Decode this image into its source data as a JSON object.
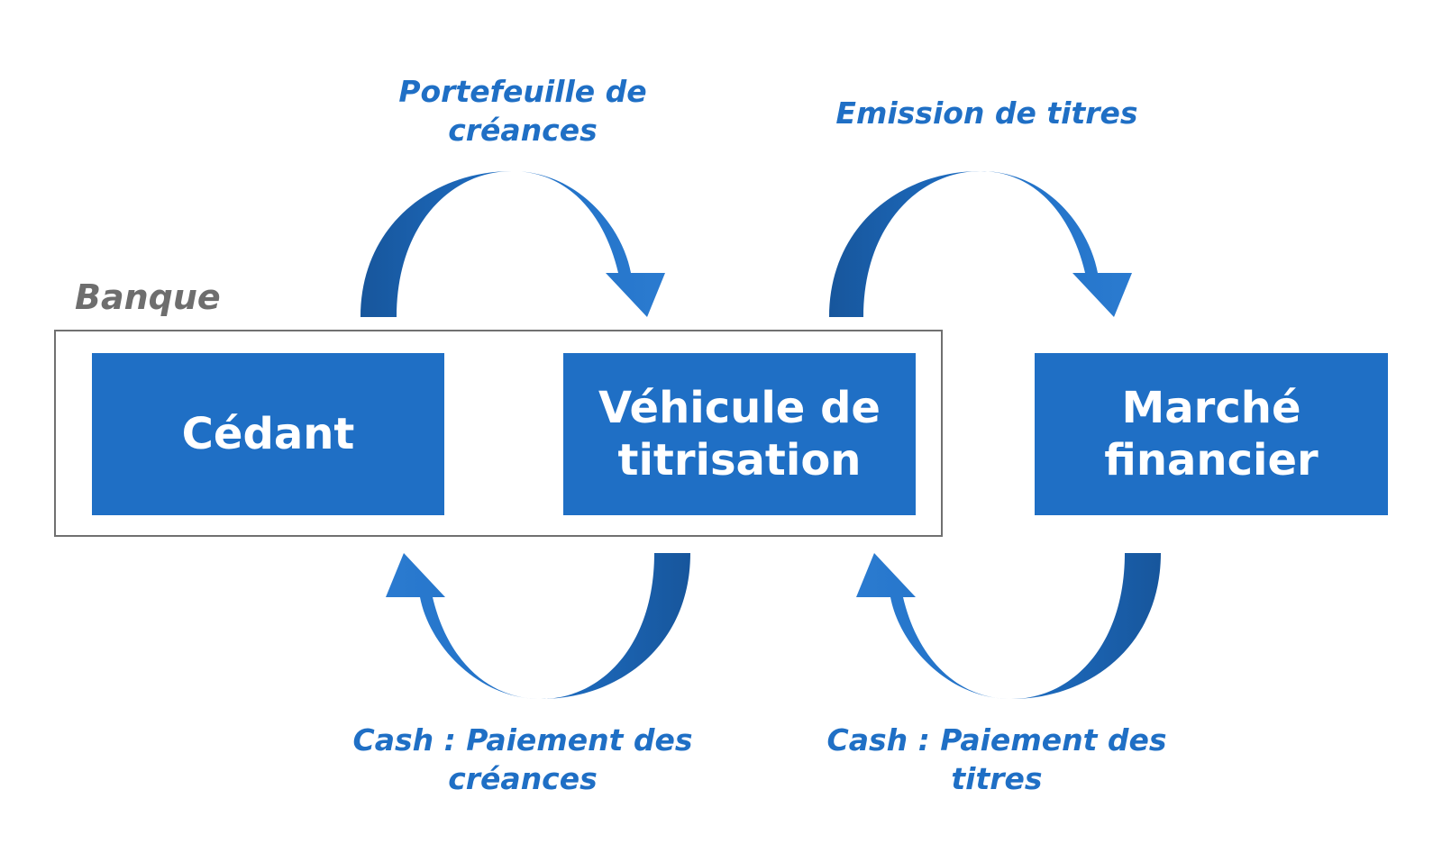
{
  "banque_label": "Banque",
  "nodes": {
    "cedant": {
      "lines": [
        "Cédant"
      ]
    },
    "vehicule": {
      "lines": [
        "Véhicule de",
        "titrisation"
      ]
    },
    "marche": {
      "lines": [
        "Marché",
        "financier"
      ]
    }
  },
  "flows": {
    "portefeuille": {
      "lines": [
        "Portefeuille de",
        "créances"
      ]
    },
    "emission": {
      "lines": [
        "Emission de titres"
      ]
    },
    "cash_creances": {
      "lines": [
        "Cash : Paiement des",
        "créances"
      ]
    },
    "cash_titres": {
      "lines": [
        "Cash : Paiement des",
        "titres"
      ]
    }
  },
  "colors": {
    "box_fill": "#1f6fc5",
    "arrow_light": "#1f6fc5",
    "arrow_dark": "#17569c",
    "text_blue": "#1f6fc5",
    "frame_gray": "#707070"
  }
}
